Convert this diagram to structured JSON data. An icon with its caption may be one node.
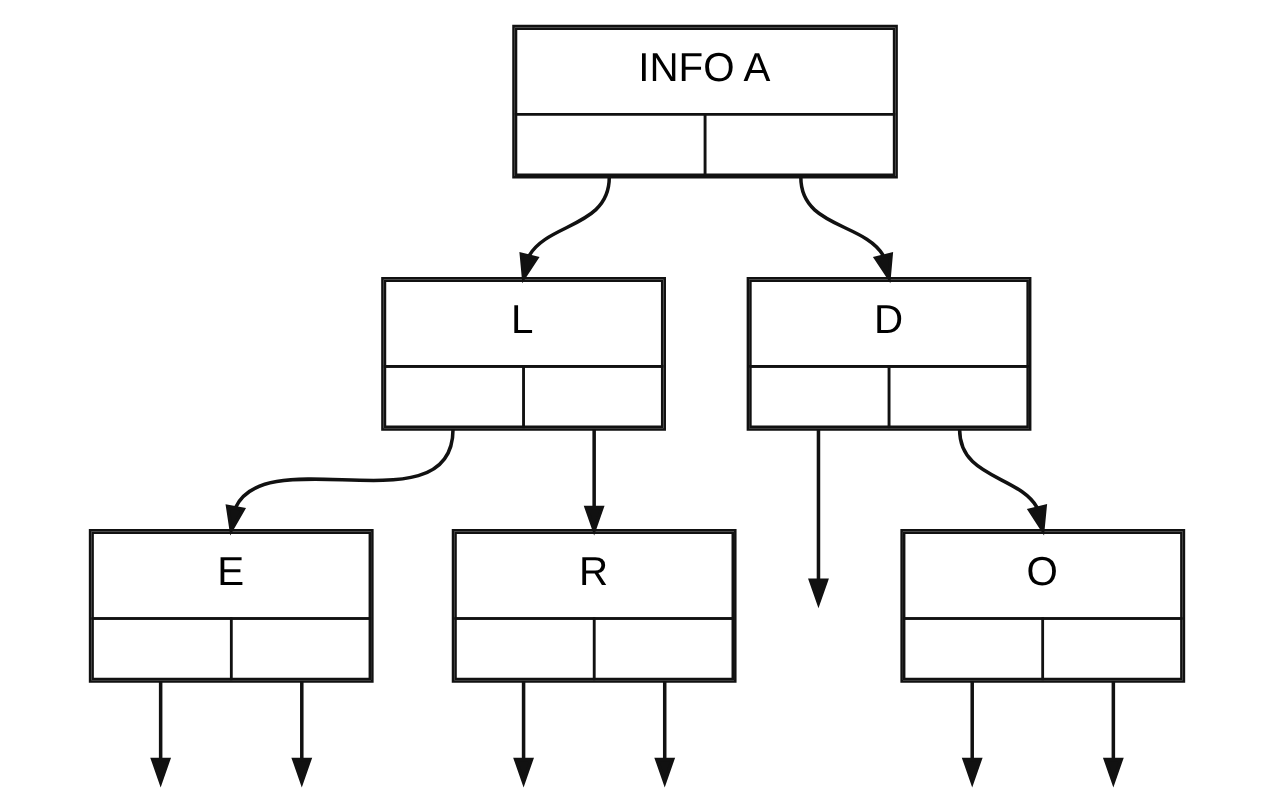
{
  "diagram": {
    "nodes": [
      {
        "text": [
          "INFO A"
        ]
      },
      {
        "text": [
          "L"
        ]
      },
      {
        "text": [
          "D"
        ]
      },
      {
        "text": [
          "E"
        ]
      },
      {
        "text": [
          "R"
        ]
      },
      {
        "text": [
          "O"
        ]
      }
    ],
    "edges": [
      {
        "from": 0,
        "to": 1,
        "arrow": "to"
      },
      {
        "from": 0,
        "to": 2,
        "arrow": "to"
      },
      {
        "from": 1,
        "to": 3,
        "arrow": "to"
      },
      {
        "from": 1,
        "to": 4,
        "arrow": "to"
      },
      {
        "from": 2,
        "to": null,
        "arrow": "to"
      },
      {
        "from": 2,
        "to": 5,
        "arrow": "to"
      },
      {
        "from": 3,
        "to": null,
        "arrow": "to"
      },
      {
        "from": 3,
        "to": null,
        "arrow": "to"
      },
      {
        "from": 4,
        "to": null,
        "arrow": "to"
      },
      {
        "from": 4,
        "to": null,
        "arrow": "to"
      },
      {
        "from": 5,
        "to": null,
        "arrow": "to"
      },
      {
        "from": 5,
        "to": null,
        "arrow": "to"
      }
    ]
  }
}
